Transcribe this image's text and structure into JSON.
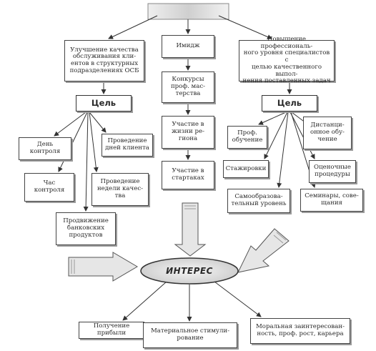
{
  "boxes": {
    "quality_service": "Улучшение качества\nобслуживания кли-\nентов в структурных\nподразделениях ОСБ",
    "image": "Имидж",
    "prof_level": "Повышение профессиональ-\nного уровня специалистов с\nцелью качественного выпол-\nнения поставленных задач",
    "goal_left": "Цель",
    "goal_right": "Цель",
    "contests": "Конкурсы\nпроф. мас-\nтерства",
    "region_life": "Участие в\nжизни ре-\nгиона",
    "startups": "Участие в\nстартаках",
    "control_day": "День\nконтроля",
    "client_days": "Проведение\nдней клиента",
    "control_hour": "Час\nконтроля",
    "quality_week": "Проведение\nнедели качес-\nтва",
    "bank_products": "Продвижение\nбанковских\nпродуктов",
    "prof_training": "Проф.\nобучение",
    "distance_learning": "Дистанци-\nонное обу-\nчение",
    "internships": "Стажировки",
    "evaluation": "Оценочные\nпроцедуры",
    "self_education": "Самообразова-\nтельный уровень",
    "seminars": "Семинары, сове-\nщания",
    "interest": "ИНТЕРЕС",
    "profit": "Получение прибыли",
    "material_incentive": "Материальное стимули-\nрование",
    "moral_interest": "Моральная заинтересован-\nность, проф. рост, карьера"
  },
  "colors": {
    "line": "#333333",
    "arrow_fill": "#e6e6e6",
    "top_bar": "#d9d9d9",
    "oval_fill": "#dcdcdc"
  }
}
